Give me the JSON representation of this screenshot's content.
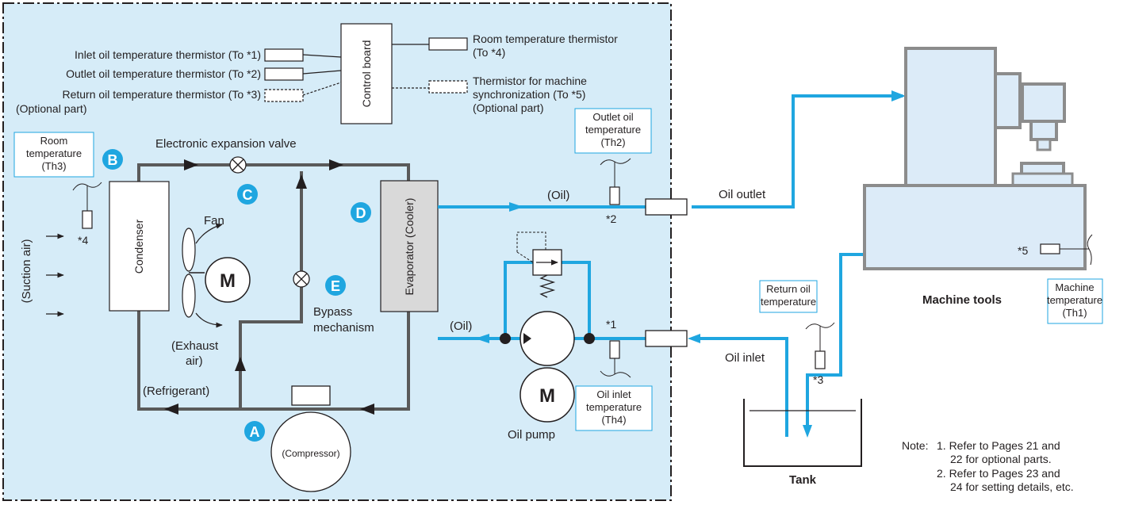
{
  "colors": {
    "unit_background": "#d6ecf8",
    "machine_fill": "#dcebf8",
    "oil_line": "#1fa6e0",
    "refrigerant_line": "#5a5a5a",
    "marker": "#1fa6e0",
    "text": "#231f20"
  },
  "thermistors": {
    "inlet_oil": "Inlet oil temperature thermistor (To *1)",
    "outlet_oil": "Outlet oil temperature thermistor (To *2)",
    "return_oil_line1": "Return oil temperature thermistor (To *3)",
    "return_oil_line2": "(Optional part)",
    "room_line1": "Room temperature thermistor",
    "room_line2": "(To *4)",
    "sync_line1": "Thermistor for machine",
    "sync_line2": "synchronization (To *5)",
    "sync_line3": "(Optional part)"
  },
  "control_board": "Control board",
  "temperature_boxes": {
    "room": [
      "Room",
      "temperature",
      "(Th3)"
    ],
    "outlet": [
      "Outlet oil",
      "temperature",
      "(Th2)"
    ],
    "inlet": [
      "Oil inlet",
      "temperature",
      "(Th4)"
    ],
    "return": [
      "Return oil",
      "temperature"
    ],
    "machine": [
      "Machine",
      "temperature",
      "(Th1)"
    ]
  },
  "markers": {
    "a": "A",
    "b": "B",
    "c": "C",
    "d": "D",
    "e": "E"
  },
  "components": {
    "expansion_valve": "Electronic expansion valve",
    "condenser": "Condenser",
    "evaporator": "Evaporator (Cooler)",
    "fan": "Fan",
    "motor": "M",
    "exhaust_air_line1": "(Exhaust",
    "exhaust_air_line2": "air)",
    "bypass_line1": "Bypass",
    "bypass_line2": "mechanism",
    "refrigerant": "(Refrigerant)",
    "compressor": "(Compressor)",
    "suction_air": "(Suction air)",
    "oil_1": "(Oil)",
    "oil_2": "(Oil)",
    "oil_pump": "Oil pump",
    "oil_outlet": "Oil outlet",
    "oil_inlet": "Oil inlet",
    "machine_tools": "Machine tools",
    "tank": "Tank"
  },
  "sensor_tags": {
    "s1": "*1",
    "s2": "*2",
    "s3": "*3",
    "s4": "*4",
    "s5": "*5"
  },
  "notes": {
    "prefix": "Note:",
    "n1_line1": "1. Refer to Pages 21 and",
    "n1_line2": "22 for optional parts.",
    "n2_line1": "2. Refer to Pages 23 and",
    "n2_line2": "24 for setting details, etc."
  }
}
